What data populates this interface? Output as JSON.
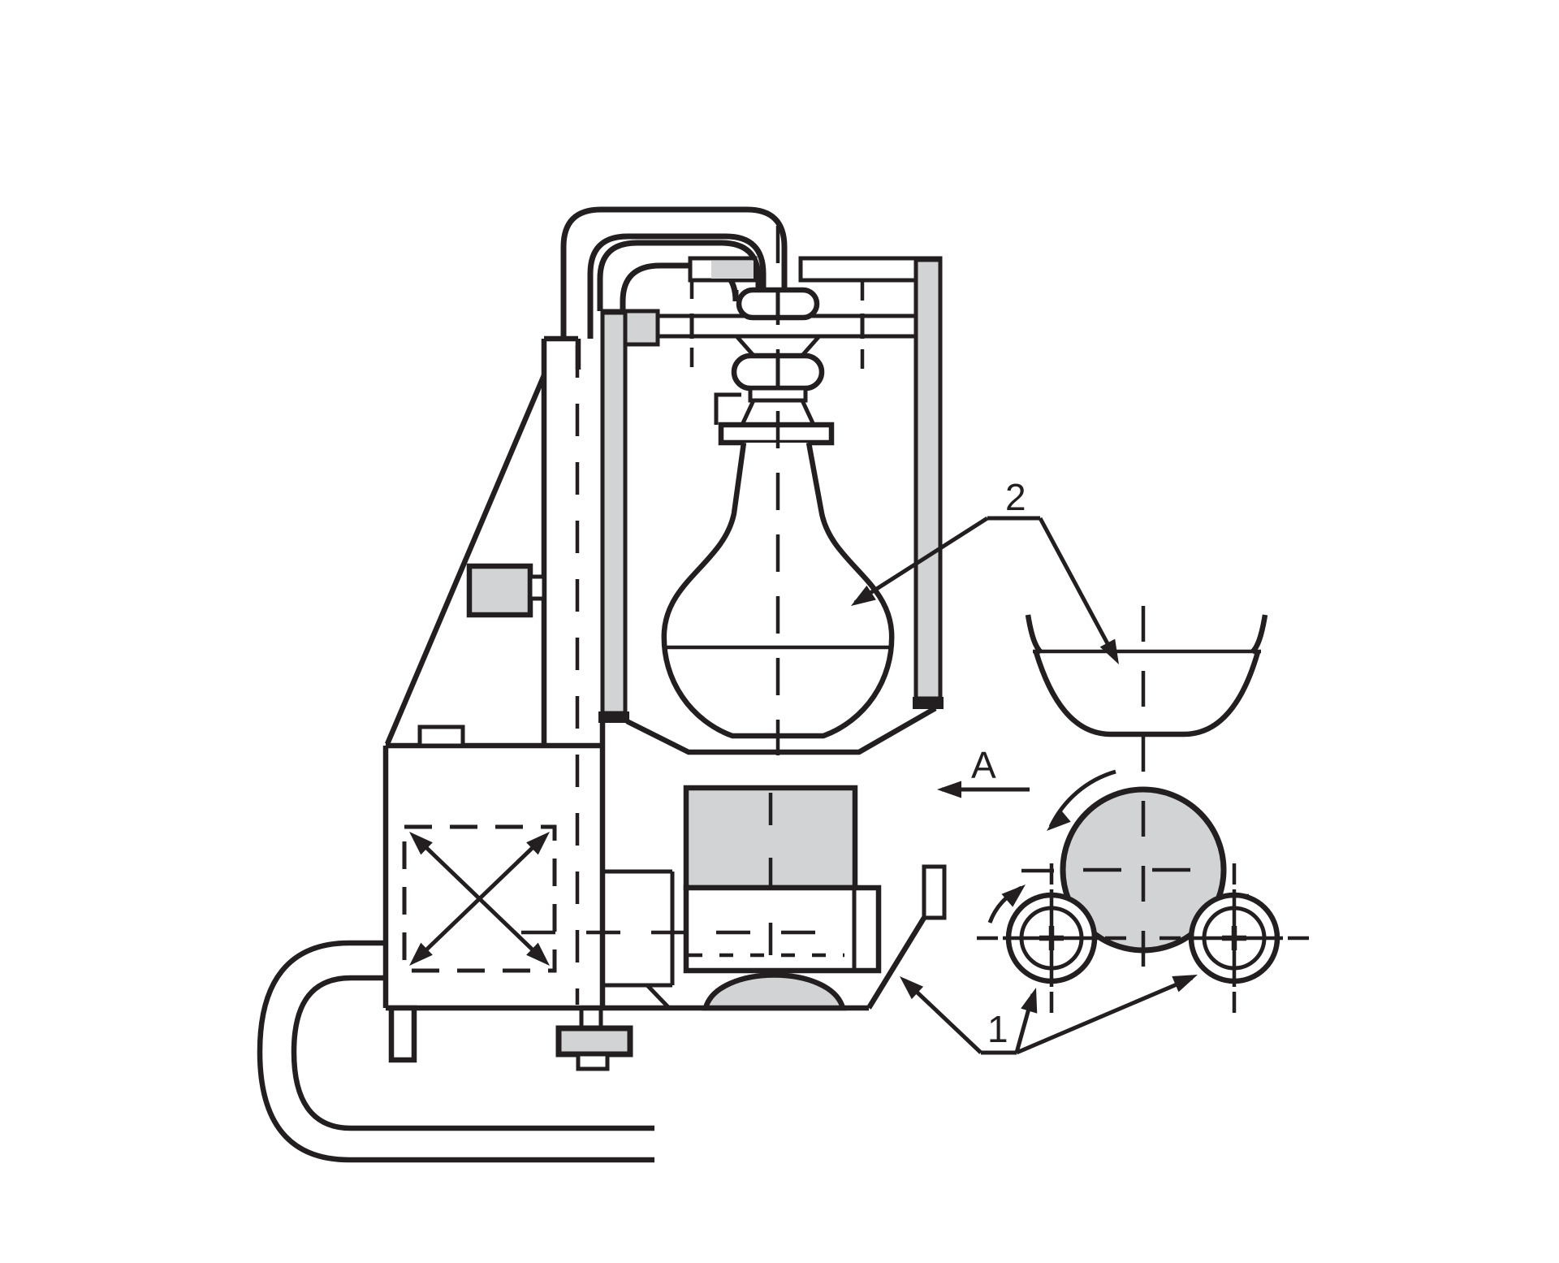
{
  "diagram": {
    "callouts": {
      "rollers": "1",
      "flask_and_funnel": "2",
      "view_direction": "A"
    },
    "colors": {
      "line": "#231f20",
      "gray": "#d2d3d5",
      "background": "#ffffff"
    }
  }
}
